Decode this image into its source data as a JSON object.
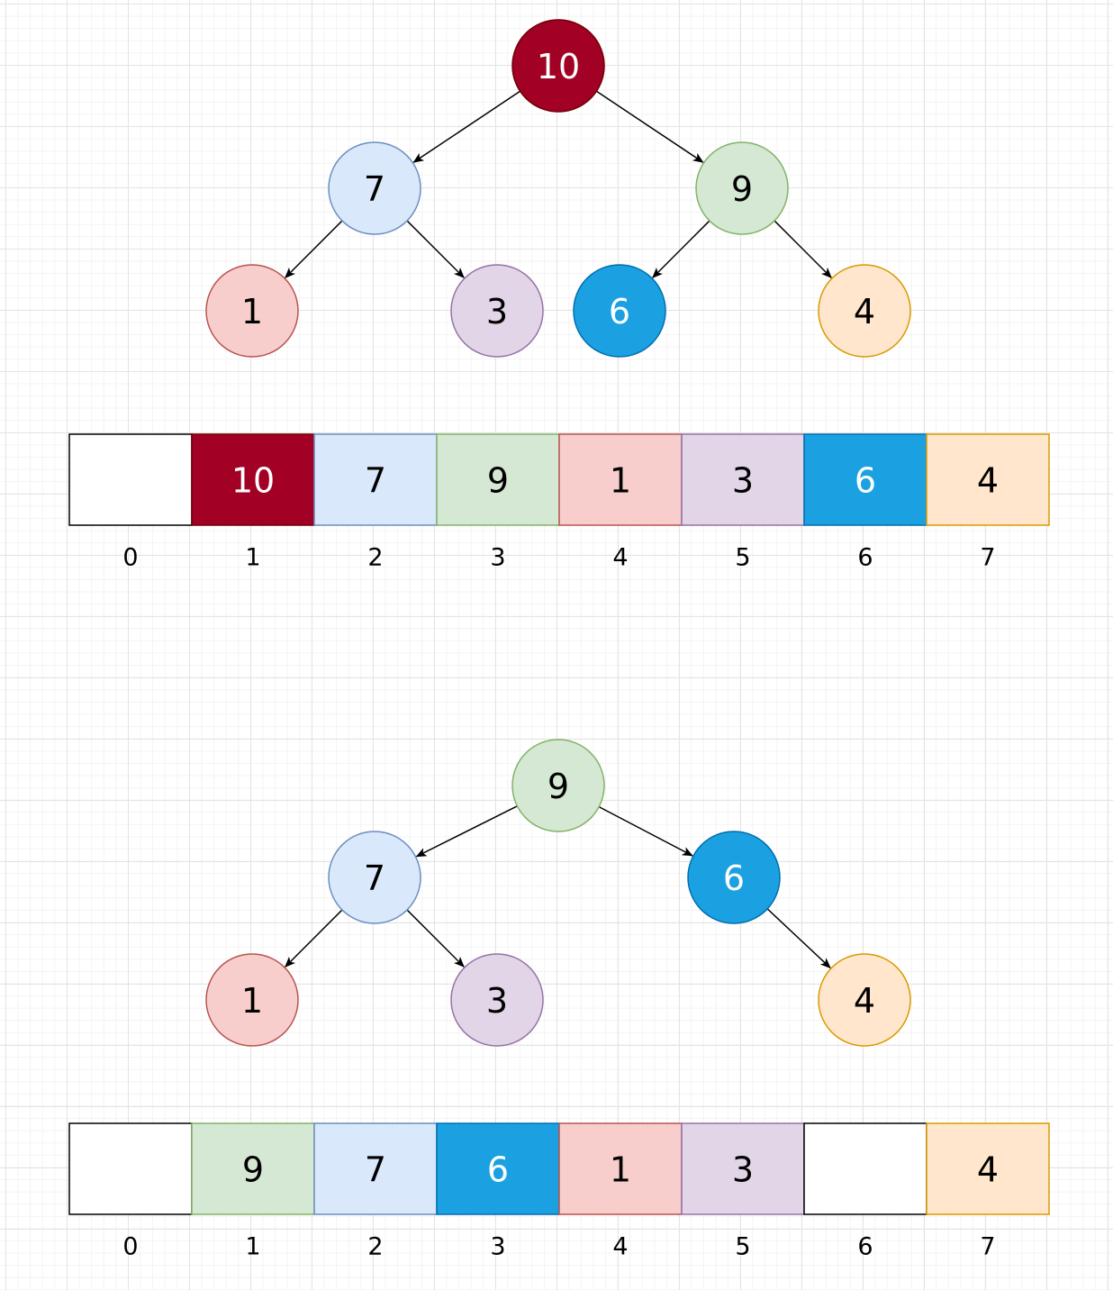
{
  "styles": {
    "red": {
      "fill": "#a20025",
      "stroke": "#6f0000",
      "text": "#ffffff"
    },
    "blue": {
      "fill": "#dae8fc",
      "stroke": "#6c8ebf",
      "text": "#000000"
    },
    "green": {
      "fill": "#d5e8d4",
      "stroke": "#82b366",
      "text": "#000000"
    },
    "pink": {
      "fill": "#f8cecc",
      "stroke": "#b85450",
      "text": "#000000"
    },
    "purple": {
      "fill": "#e1d5e7",
      "stroke": "#9673a6",
      "text": "#000000"
    },
    "cyan": {
      "fill": "#1ba1e2",
      "stroke": "#006eaf",
      "text": "#ffffff"
    },
    "orange": {
      "fill": "#ffe6cc",
      "stroke": "#d79b00",
      "text": "#000000"
    },
    "empty": {
      "fill": "#ffffff",
      "stroke": "#000000",
      "text": "#000000"
    }
  },
  "diagrams": [
    {
      "tree": {
        "nodes": [
          {
            "id": "n1",
            "label": "10",
            "style": "red"
          },
          {
            "id": "n2",
            "label": "7",
            "style": "blue"
          },
          {
            "id": "n3",
            "label": "9",
            "style": "green"
          },
          {
            "id": "n4",
            "label": "1",
            "style": "pink"
          },
          {
            "id": "n5",
            "label": "3",
            "style": "purple"
          },
          {
            "id": "n6",
            "label": "6",
            "style": "cyan"
          },
          {
            "id": "n7",
            "label": "4",
            "style": "orange"
          }
        ],
        "edges": [
          [
            "n1",
            "n2"
          ],
          [
            "n1",
            "n3"
          ],
          [
            "n2",
            "n4"
          ],
          [
            "n2",
            "n5"
          ],
          [
            "n3",
            "n6"
          ],
          [
            "n3",
            "n7"
          ]
        ]
      },
      "array": {
        "cells": [
          {
            "value": "",
            "style": "empty"
          },
          {
            "value": "10",
            "style": "red"
          },
          {
            "value": "7",
            "style": "blue"
          },
          {
            "value": "9",
            "style": "green"
          },
          {
            "value": "1",
            "style": "pink"
          },
          {
            "value": "3",
            "style": "purple"
          },
          {
            "value": "6",
            "style": "cyan"
          },
          {
            "value": "4",
            "style": "orange"
          }
        ],
        "indices": [
          "0",
          "1",
          "2",
          "3",
          "4",
          "5",
          "6",
          "7"
        ]
      }
    },
    {
      "tree": {
        "nodes": [
          {
            "id": "m1",
            "label": "9",
            "style": "green"
          },
          {
            "id": "m2",
            "label": "7",
            "style": "blue"
          },
          {
            "id": "m3",
            "label": "6",
            "style": "cyan"
          },
          {
            "id": "m4",
            "label": "1",
            "style": "pink"
          },
          {
            "id": "m5",
            "label": "3",
            "style": "purple"
          },
          {
            "id": "m7",
            "label": "4",
            "style": "orange"
          }
        ],
        "edges": [
          [
            "m1",
            "m2"
          ],
          [
            "m1",
            "m3"
          ],
          [
            "m2",
            "m4"
          ],
          [
            "m2",
            "m5"
          ],
          [
            "m3",
            "m7"
          ]
        ]
      },
      "array": {
        "cells": [
          {
            "value": "",
            "style": "empty"
          },
          {
            "value": "9",
            "style": "green"
          },
          {
            "value": "7",
            "style": "blue"
          },
          {
            "value": "6",
            "style": "cyan"
          },
          {
            "value": "1",
            "style": "pink"
          },
          {
            "value": "3",
            "style": "purple"
          },
          {
            "value": "",
            "style": "empty"
          },
          {
            "value": "4",
            "style": "orange"
          }
        ],
        "indices": [
          "0",
          "1",
          "2",
          "3",
          "4",
          "5",
          "6",
          "7"
        ]
      }
    }
  ]
}
